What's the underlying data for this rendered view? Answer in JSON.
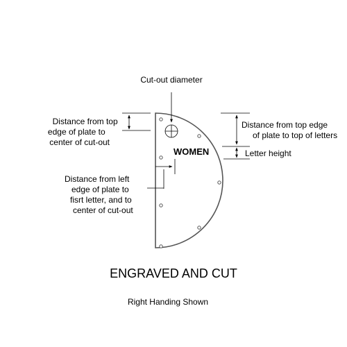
{
  "diagram": {
    "sign_text": "WOMEN",
    "labels": {
      "cutout_diameter": "Cut-out diameter",
      "dist_top_center_lines": [
        "Distance from top",
        "edge of plate to",
        "center of cut-out"
      ],
      "dist_top_letters_lines": [
        "Distance from top edge",
        "of plate to top of letters"
      ],
      "letter_height": "Letter height",
      "dist_left_lines": [
        "Distance from left",
        "edge of plate to",
        "fisrt letter, and to",
        "center of cut-out"
      ]
    },
    "title": "ENGRAVED AND CUT",
    "subtitle": "Right Handing Shown"
  }
}
